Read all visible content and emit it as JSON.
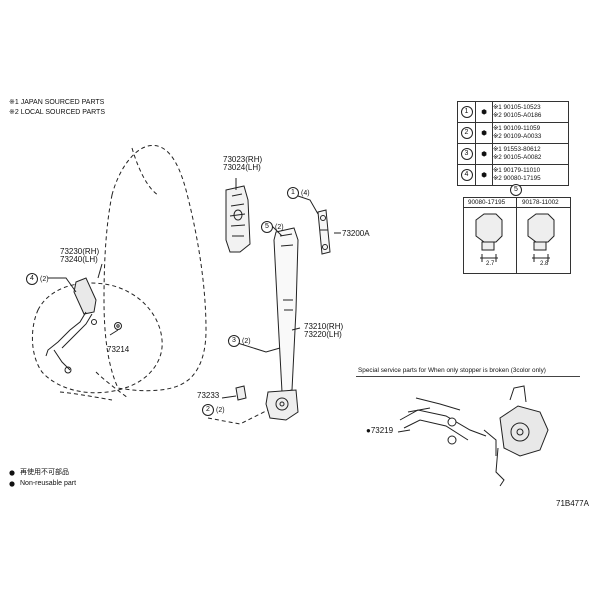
{
  "notes": {
    "japan": "※1  JAPAN SOURCED PARTS",
    "local": "※2  LOCAL SOURCED PARTS"
  },
  "fastener_table": [
    {
      "num": "1",
      "lines": [
        "※1  90105-10523",
        "※2  90105-A0186"
      ]
    },
    {
      "num": "2",
      "lines": [
        "※1  90109-11059",
        "※2  90109-A0033"
      ]
    },
    {
      "num": "3",
      "lines": [
        "※1  91553-80612",
        "※2  90105-A0082"
      ]
    },
    {
      "num": "4",
      "lines": [
        "※1  90179-11010",
        "※2  90080-17195"
      ]
    }
  ],
  "spacer": {
    "num": "5",
    "left_part": "90080-17195",
    "right_part": "90178-11002",
    "left_dim": "2.7",
    "right_dim": "2.8"
  },
  "labels": {
    "trim_cover": "73023(RH)\n73024(LH)",
    "adjuster": "73200A",
    "buckle": "73230(RH)\n73240(LH)",
    "buckle_part": "73214",
    "belt": "73210(RH)\n73220(LH)",
    "anchor_cover": "73233",
    "stopper": "●73219",
    "ref_4": "(4)",
    "ref_5": "(2)",
    "ref_4b": "(2)",
    "ref_3": "(2)",
    "ref_2": "(2)",
    "c1": "1",
    "c2": "2",
    "c3": "3",
    "c4": "4",
    "c5": "5"
  },
  "special_note": "Special service parts for When only stopper is broken (3color only)",
  "legend": {
    "jp": "再使用不可部品",
    "en": "Non-reusable part"
  },
  "figure_id": "71B477A"
}
